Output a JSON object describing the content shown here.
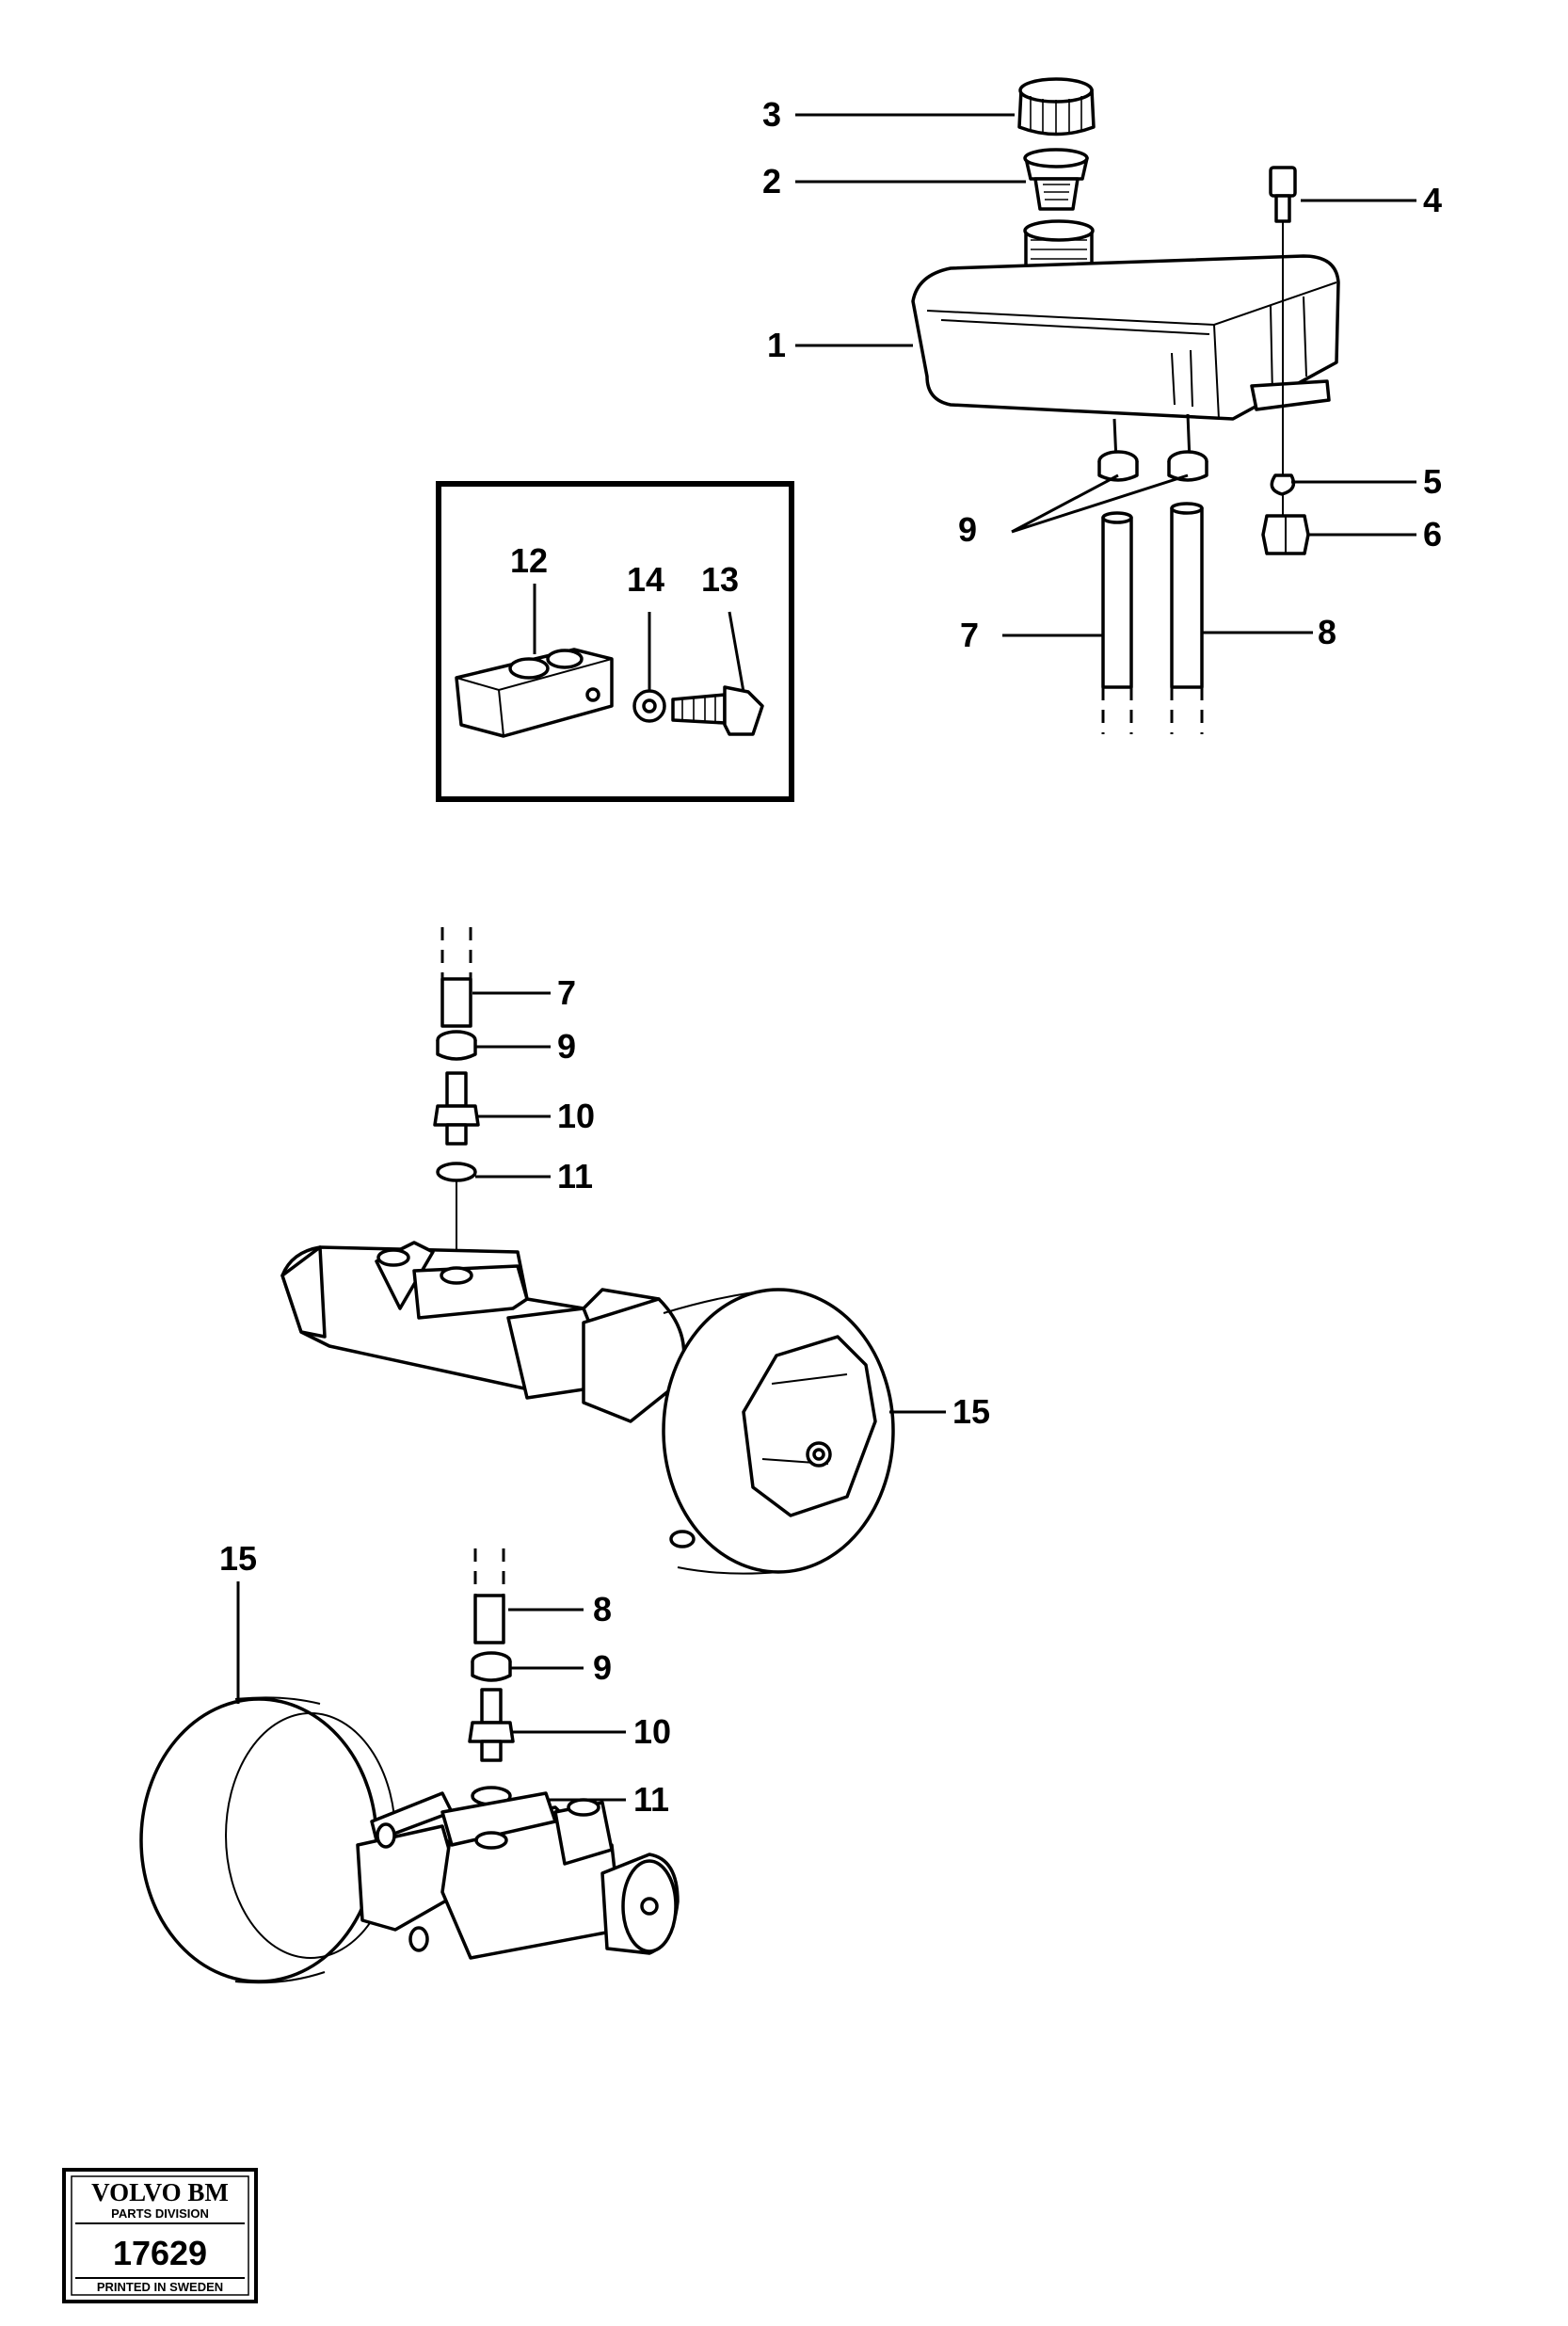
{
  "callouts": {
    "n1": "1",
    "n2": "2",
    "n3": "3",
    "n4": "4",
    "n5": "5",
    "n6": "6",
    "n7a": "7",
    "n8a": "8",
    "n9a": "9",
    "n12": "12",
    "n13": "13",
    "n14": "14",
    "n7b": "7",
    "n9b": "9",
    "n10a": "10",
    "n11a": "11",
    "n15a": "15",
    "n15b": "15",
    "n8b": "8",
    "n9c": "9",
    "n10b": "10",
    "n11b": "11"
  },
  "stamp": {
    "brand": "VOLVO BM",
    "division": "PARTS DIVISION",
    "number": "17629",
    "printed": "PRINTED IN SWEDEN"
  }
}
